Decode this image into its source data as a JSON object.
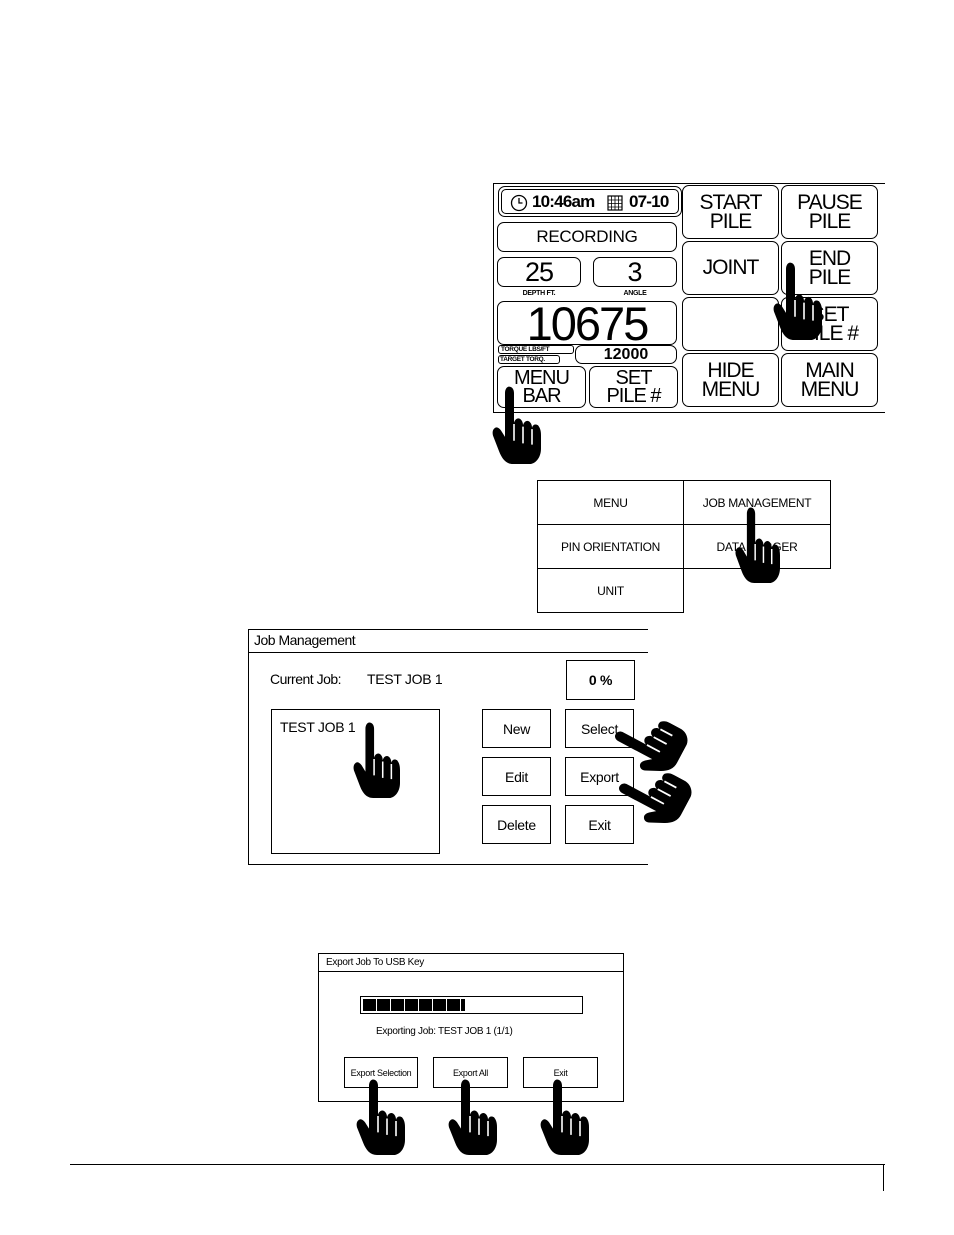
{
  "panel": {
    "time": "10:46am",
    "date": "07-10",
    "status": "RECORDING",
    "depth_value": "25",
    "depth_label": "DEPTH FT.",
    "angle_value": "3",
    "angle_label": "ANGLE",
    "torque_value": "10675",
    "torque_label": "TORQUE  LBS/FT",
    "target_label": "TARGET TORQ.",
    "target_value": "12000",
    "menu_bar_line1": "MENU",
    "menu_bar_line2": "BAR",
    "set_pile_line1": "SET",
    "set_pile_line2": "PILE #",
    "start_pile_line1": "START",
    "start_pile_line2": "PILE",
    "pause_pile_line1": "PAUSE",
    "pause_pile_line2": "PILE",
    "joint": "JOINT",
    "end_pile_line1": "END",
    "end_pile_line2": "PILE",
    "set_pile2_line1": "SET",
    "set_pile2_line2": "PILE #",
    "hide_menu_line1": "HIDE",
    "hide_menu_line2": "MENU",
    "main_menu_line1": "MAIN",
    "main_menu_line2": "MENU"
  },
  "menu_grid": {
    "menu": "MENU",
    "job_management": "JOB MANAGEMENT",
    "pin_orientation": "PIN ORIENTATION",
    "data_logger": "DATA LOGGER",
    "unit": "UNIT"
  },
  "job_management": {
    "title": "Job Management",
    "current_job_label": "Current Job:",
    "current_job_value": "TEST JOB 1",
    "percent": "0 %",
    "jobs": [
      "TEST JOB 1"
    ],
    "new": "New",
    "select": "Select",
    "edit": "Edit",
    "export": "Export",
    "delete": "Delete",
    "exit": "Exit"
  },
  "export_dialog": {
    "title": "Export Job To USB Key",
    "progress": 0.47,
    "status_text": "Exporting Job: TEST JOB 1 (1/1)",
    "export_selection": "Export Selection",
    "export_all": "Export All",
    "exit": "Exit"
  },
  "icons": {
    "clock": "clock-icon",
    "calendar": "calendar-icon",
    "pointer": "pointing-hand-icon"
  }
}
